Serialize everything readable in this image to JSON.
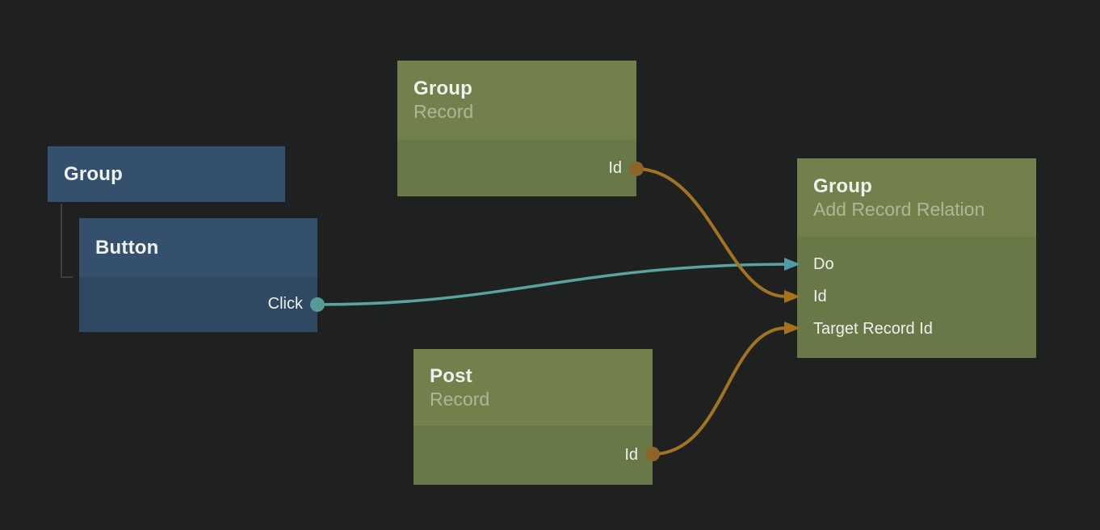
{
  "canvas": {
    "background": "#1f2020",
    "kind": "node-graph-editor"
  },
  "colors": {
    "node_blue_header": "#35506c",
    "node_blue_body": "#2e4961",
    "node_green_header": "#72814b",
    "node_green_body": "#687846",
    "title_text": "#eef1ee",
    "subtitle_text": "rgba(255,255,255,0.42)",
    "port_text": "#f0f0f0",
    "wire_signal": "#5aa3a0",
    "arrow_signal": "#4e9aa8",
    "dot_signal": "#579a97",
    "wire_data": "#a3741f",
    "arrow_data": "#a3741d",
    "dot_data": "#8d6526",
    "hierarchy_line": "#3e3e3e"
  },
  "nodes": {
    "group_parent": {
      "title": "Group"
    },
    "button": {
      "title": "Button",
      "outputs": [
        {
          "label": "Click",
          "kind": "signal"
        }
      ]
    },
    "group_record": {
      "title": "Group",
      "subtitle": "Record",
      "outputs": [
        {
          "label": "Id",
          "kind": "data"
        }
      ]
    },
    "post_record": {
      "title": "Post",
      "subtitle": "Record",
      "outputs": [
        {
          "label": "Id",
          "kind": "data"
        }
      ]
    },
    "add_record_relation": {
      "title": "Group",
      "subtitle": "Add Record Relation",
      "inputs": [
        {
          "label": "Do",
          "kind": "signal"
        },
        {
          "label": "Id",
          "kind": "data"
        },
        {
          "label": "Target Record Id",
          "kind": "data"
        }
      ]
    }
  },
  "hierarchy": [
    {
      "parent": "Group",
      "child": "Button"
    }
  ],
  "connections": [
    {
      "from_node": "Button",
      "from_port": "Click",
      "to_node": "Group (Add Record Relation)",
      "to_port": "Do",
      "kind": "signal"
    },
    {
      "from_node": "Group (Record)",
      "from_port": "Id",
      "to_node": "Group (Add Record Relation)",
      "to_port": "Id",
      "kind": "data"
    },
    {
      "from_node": "Post (Record)",
      "from_port": "Id",
      "to_node": "Group (Add Record Relation)",
      "to_port": "Target Record Id",
      "kind": "data"
    }
  ]
}
